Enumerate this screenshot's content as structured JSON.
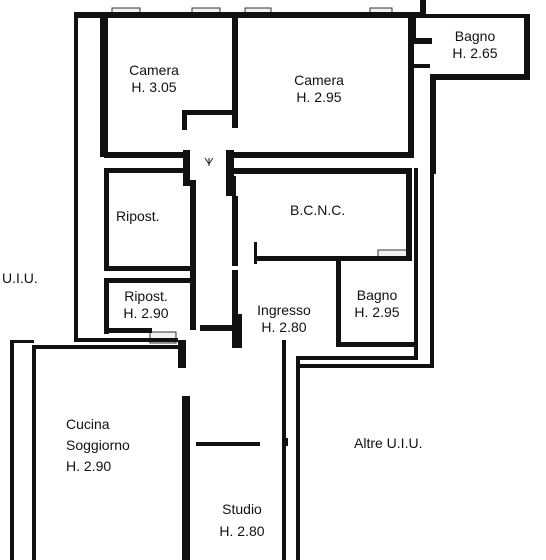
{
  "rooms": {
    "camera_1": {
      "name": "Camera",
      "height": "H. 3.05"
    },
    "camera_2": {
      "name": "Camera",
      "height": "H. 2.95"
    },
    "bagno_1": {
      "name": "Bagno",
      "height": "H. 2.65"
    },
    "ripost_1": {
      "name": "Ripost."
    },
    "bcnc": {
      "name": "B.C.N.C."
    },
    "ripost_2": {
      "name": "Ripost.",
      "height": "H. 2.90"
    },
    "ingresso": {
      "name": "Ingresso",
      "height": "H. 2.80"
    },
    "bagno_2": {
      "name": "Bagno",
      "height": "H. 2.95"
    },
    "cucina": {
      "name_1": "Cucina",
      "name_2": "Soggiorno",
      "height": "H. 2.90"
    },
    "studio": {
      "name": "Studio",
      "height": "H. 2.80"
    }
  },
  "neighbours": {
    "left": "U.I.U.",
    "right": "Altre U.I.U."
  },
  "colors": {
    "walls": "#222222",
    "background": "#ffffff"
  }
}
